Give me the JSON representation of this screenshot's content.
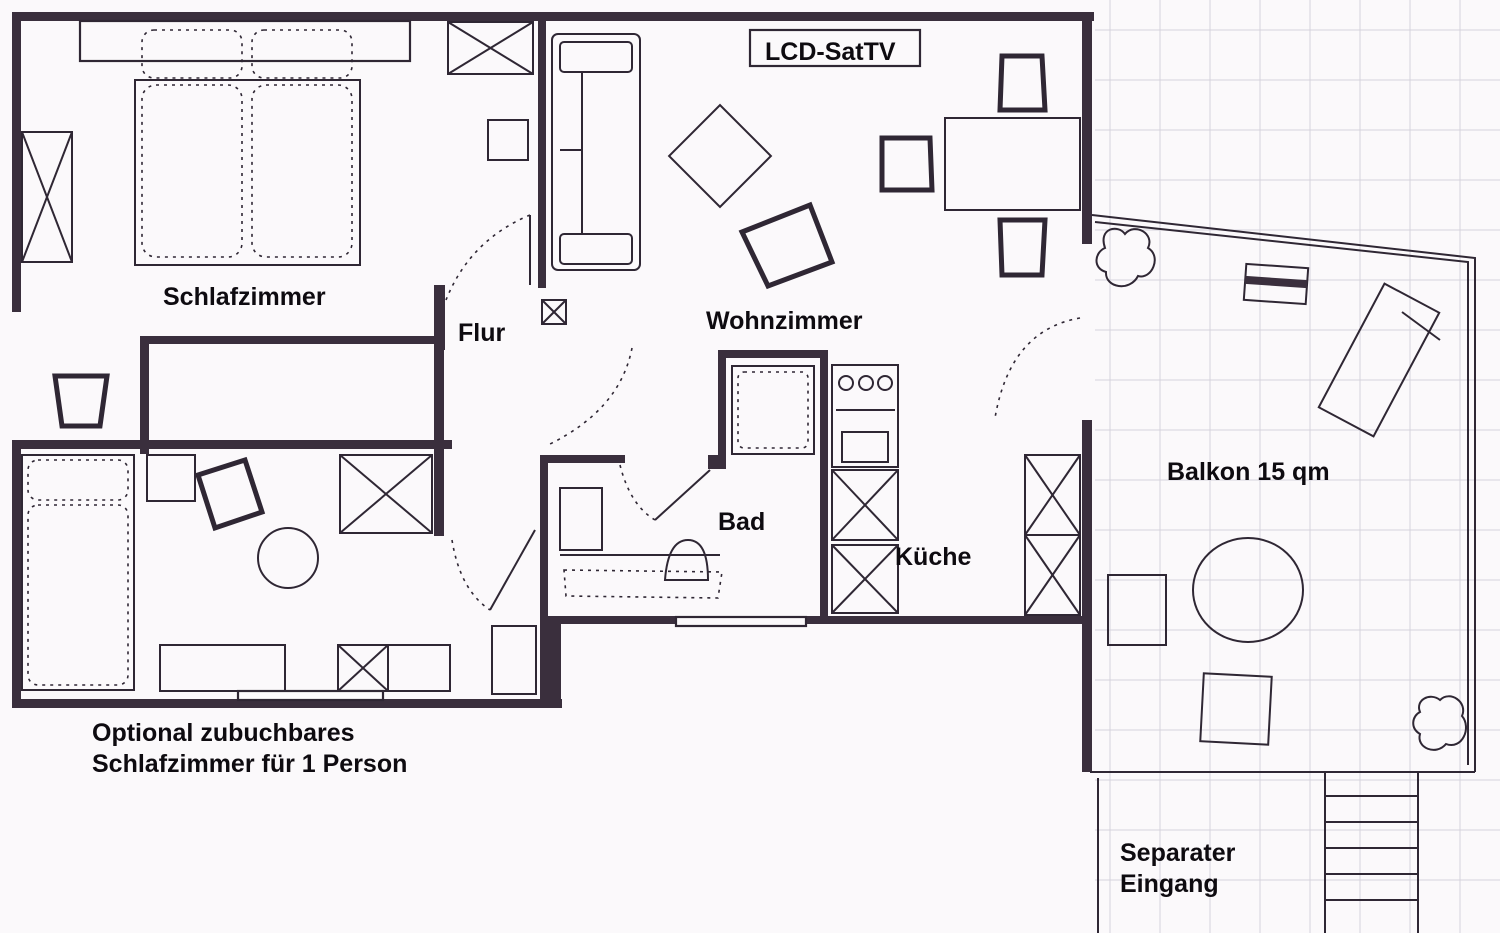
{
  "labels": {
    "tv": "LCD-SatTV",
    "bedroom": "Schlafzimmer",
    "hall": "Flur",
    "living": "Wohnzimmer",
    "balcony": "Balkon 15 qm",
    "bath": "Bad",
    "kitchen": "Küche",
    "optional_line1": "Optional zubuchbares",
    "optional_line2": "Schlafzimmer für 1 Person",
    "entrance_line1": "Separater",
    "entrance_line2": "Eingang"
  },
  "colors": {
    "ink": "#3a2f3d",
    "paper": "#fbf9fb",
    "grid": "#d6d2dc"
  }
}
